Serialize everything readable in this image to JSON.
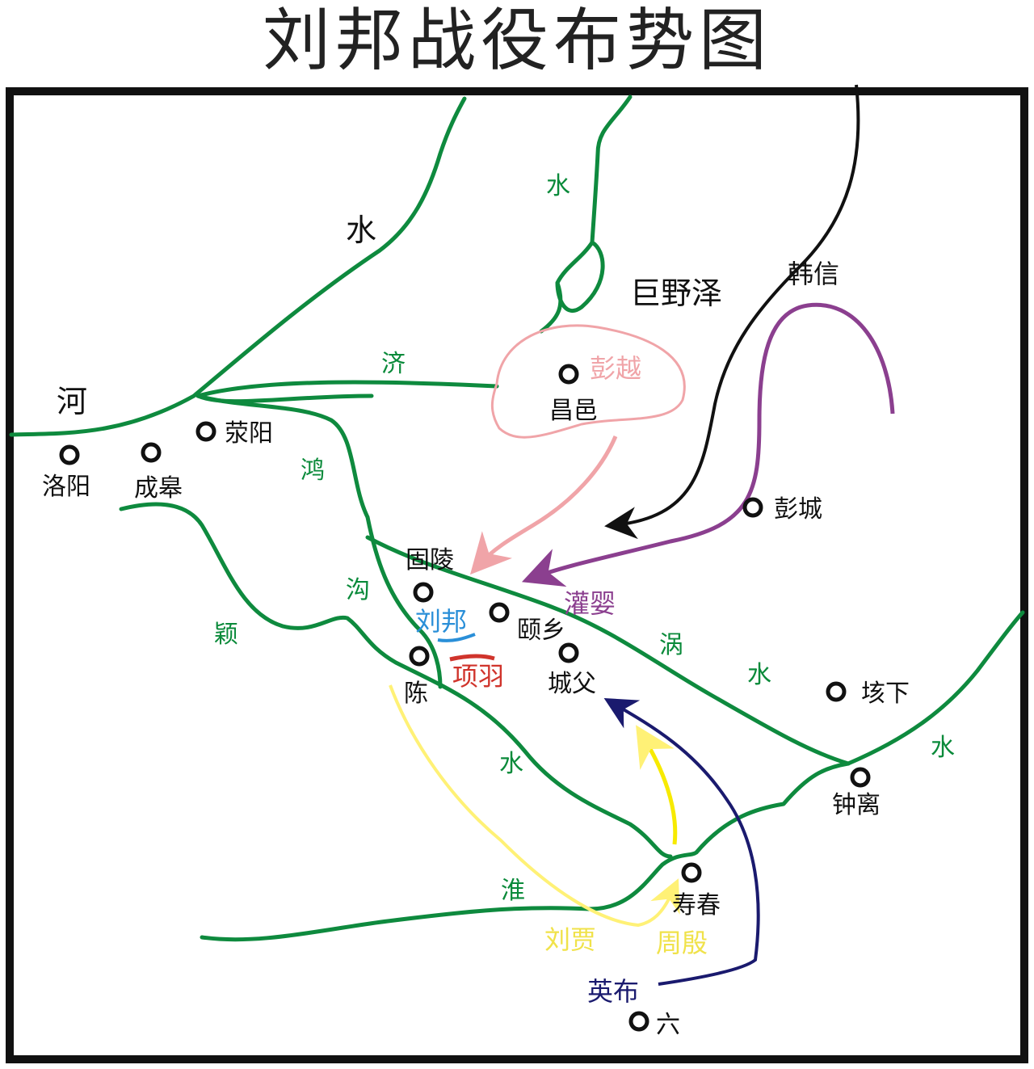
{
  "title": "刘邦战役布势图",
  "colors": {
    "river": "#0e8a3e",
    "frame": "#111111",
    "hanxin": "#111111",
    "guanying": "#8b3f8f",
    "pengyue": "#f0a4a8",
    "yingbu": "#1a1a6e",
    "liujia_zhouyin": "#fff176",
    "liubang": "#2a8fd8",
    "xiangyu": "#d0342c"
  },
  "water_labels": {
    "he": "河",
    "shui_1": "水",
    "shui_2": "水",
    "ji": "济",
    "juyeze": "巨野泽",
    "hong": "鸿",
    "gou": "沟",
    "ying": "颖",
    "shui_3": "水",
    "guo": "涡",
    "shui_4": "水",
    "shui_5": "水",
    "huai": "淮"
  },
  "cities": {
    "luoyang": "洛阳",
    "chenggao": "成皋",
    "xingyang": "荥阳",
    "changyi": "昌邑",
    "pengcheng": "彭城",
    "guling": "固陵",
    "yixiang": "颐乡",
    "chen": "陈",
    "chengfu": "城父",
    "gaixia": "垓下",
    "zhongli": "钟离",
    "shouchun": "寿春",
    "liu": "六"
  },
  "armies": {
    "hanxin": "韩信",
    "pengyue": "彭越",
    "guanying": "灌婴",
    "liubang": "刘邦",
    "xiangyu": "项羽",
    "liujia": "刘贾",
    "zhouyin": "周殷",
    "yingbu": "英布"
  }
}
